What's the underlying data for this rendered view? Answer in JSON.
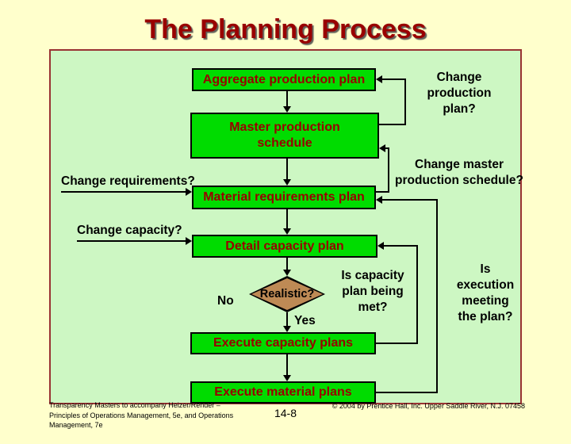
{
  "title": "The Planning Process",
  "flow": {
    "boxes": [
      {
        "label": "Aggregate production plan"
      },
      {
        "label": "Master production\nschedule"
      },
      {
        "label": "Material requirements plan"
      },
      {
        "label": "Detail capacity plan"
      },
      {
        "label": "Execute capacity plans"
      },
      {
        "label": "Execute material plans"
      }
    ],
    "decision": {
      "label": "Realistic?",
      "no": "No",
      "yes": "Yes"
    },
    "side_labels": {
      "change_requirements": "Change requirements?",
      "change_capacity": "Change capacity?",
      "change_production_plan": "Change\nproduction plan?",
      "change_master_schedule": "Change master\nproduction schedule?",
      "capacity_plan_met": "Is capacity\nplan being\nmet?",
      "execution_meeting_plan": "Is\nexecution\nmeeting\nthe plan?"
    }
  },
  "footer": {
    "credits": "Transparency Masters to accompany Heizer/Render –\nPrinciples of Operations Management, 5e, and Operations\nManagement, 7e",
    "page": "14-8",
    "copyright": "© 2004 by Prentice Hall, Inc.  Upper Saddle River, N.J. 07458"
  },
  "colors": {
    "slide-bg": "#FFFFCC",
    "panel-bg": "#CDF7C3",
    "panel-border": "#993333",
    "box-green": "#00DC00",
    "box-text": "#990000",
    "title-red": "#990000",
    "diamond-tan": "#BE8A55"
  }
}
